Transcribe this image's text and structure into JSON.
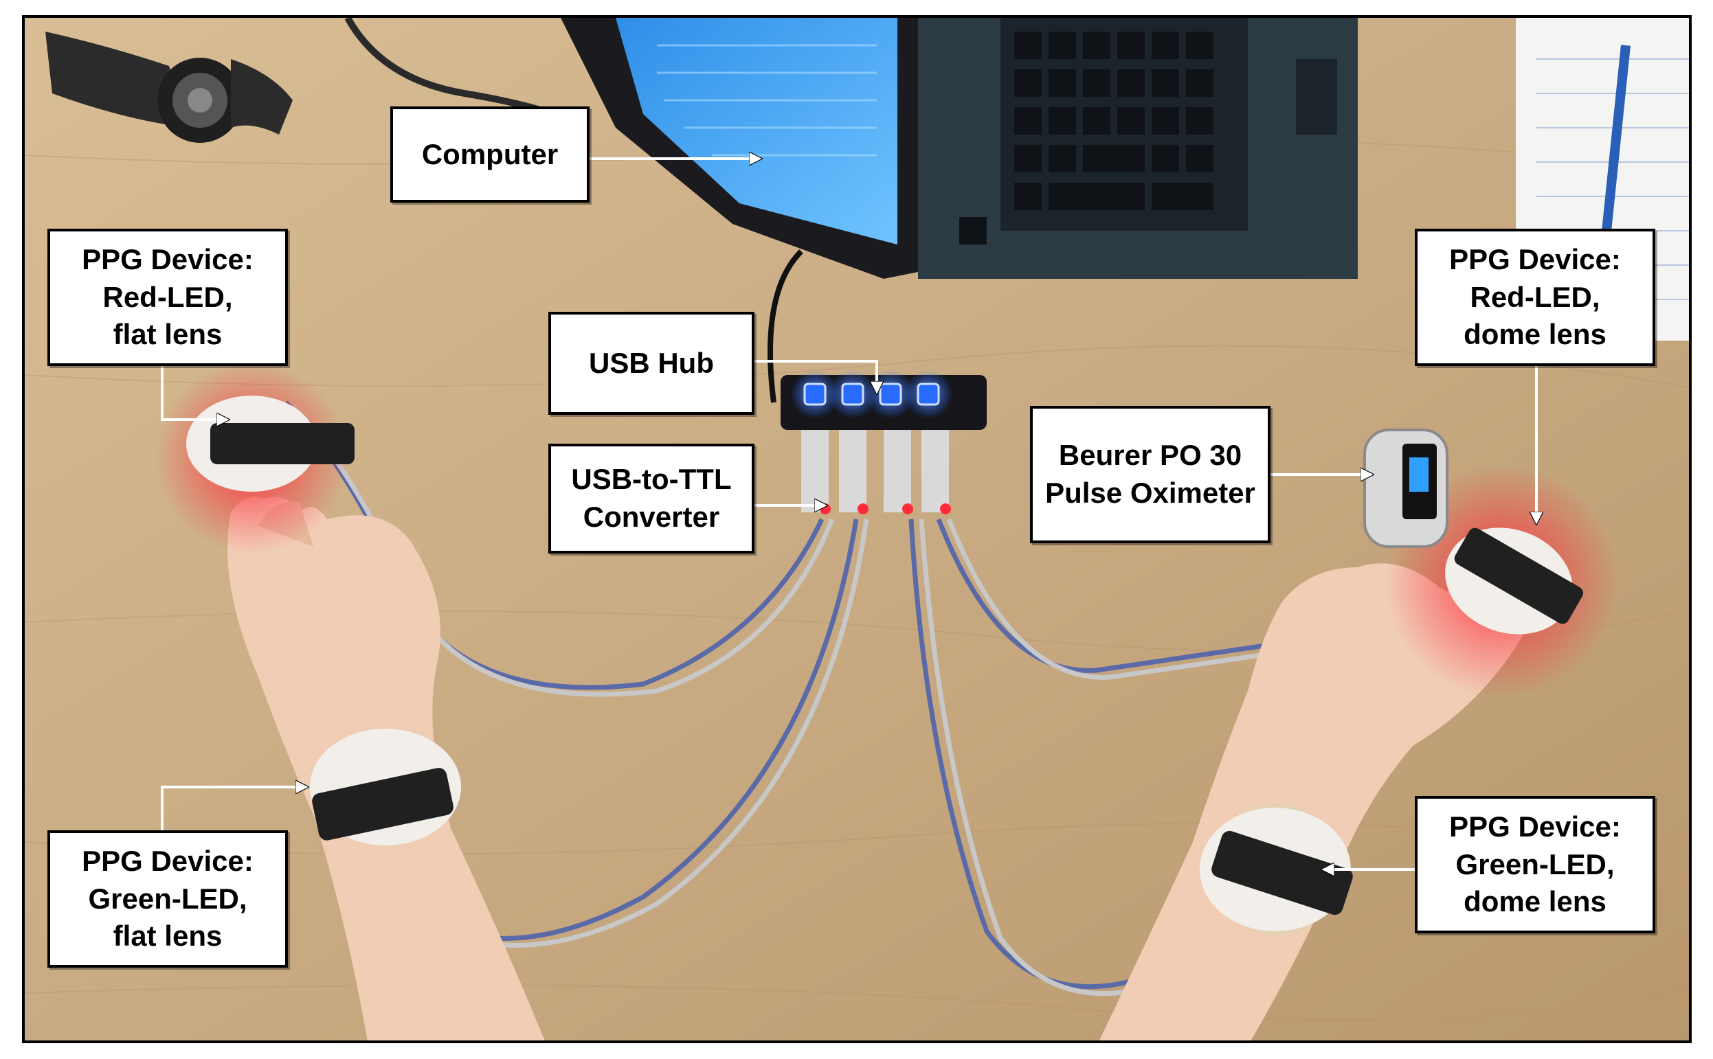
{
  "labels": {
    "computer": "Computer",
    "usb_hub": "USB Hub",
    "usb_ttl": [
      "USB-to-TTL",
      "Converter"
    ],
    "ppg_red_flat": [
      "PPG Device:",
      "Red-LED,",
      "flat lens"
    ],
    "ppg_red_dome": [
      "PPG Device:",
      "Red-LED,",
      "dome lens"
    ],
    "beurer": [
      "Beurer PO 30",
      "Pulse Oximeter"
    ],
    "ppg_green_flat": [
      "PPG Device:",
      "Green-LED,",
      "flat lens"
    ],
    "ppg_green_dome": [
      "PPG Device:",
      "Green-LED,",
      "dome lens"
    ]
  },
  "colors": {
    "desk": "#c9ab83",
    "label_border": "#000000",
    "arrow": "#ffffff",
    "red_led_glow": "#ff2a3a",
    "green_led_glow": "#3dff6a",
    "hub_led_blue": "#2a6bff",
    "laptop_screen": "#3aa0f0"
  },
  "icons": [
    "arrow-icon"
  ]
}
